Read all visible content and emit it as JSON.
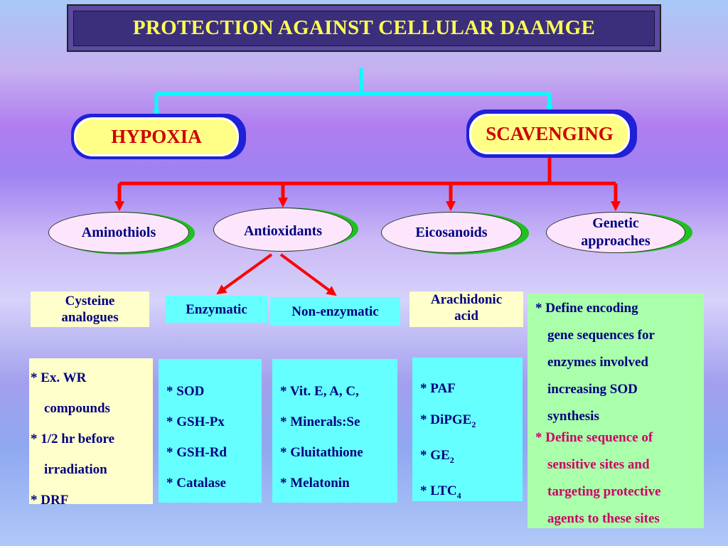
{
  "title": "PROTECTION AGAINST CELLULAR DAAMGE",
  "branches": {
    "hypoxia": "HYPOXIA",
    "scavenging": "SCAVENGING"
  },
  "categories": {
    "aminothiols": "Aminothiols",
    "antioxidants": "Antioxidants",
    "eicosanoids": "Eicosanoids",
    "genetic_line1": "Genetic",
    "genetic_line2": "approaches"
  },
  "subcategories": {
    "cysteine_line1": "Cysteine",
    "cysteine_line2": "analogues",
    "enzymatic": "Enzymatic",
    "non_enzymatic": "Non-enzymatic",
    "arachidonic_line1": "Arachidonic",
    "arachidonic_line2": "acid"
  },
  "lists": {
    "aminothiols": [
      "* Ex. WR",
      "compounds",
      "* 1/2 hr before",
      "irradiation",
      "* DRF"
    ],
    "enzymatic": [
      "* SOD",
      "* GSH-Px",
      "* GSH-Rd",
      "* Catalase"
    ],
    "non_enzymatic": [
      "* Vit. E, A, C,",
      "* Minerals:Se",
      "* Gluitathione",
      "* Melatonin"
    ],
    "eicosanoids": {
      "paf": "* PAF",
      "dipge_base": "* DiPGE",
      "dipge_sub": "2",
      "ge_base": "* GE",
      "ge_sub": "2",
      "ltc_base": "* LTC",
      "ltc_sub": "4"
    },
    "genetic_a": [
      "* Define encoding",
      "gene sequences for",
      "enzymes involved",
      "increasing SOD",
      "synthesis"
    ],
    "genetic_b_star": "*",
    "genetic_b": [
      "Define sequence of",
      "sensitive sites and",
      "targeting protective",
      "agents to these sites"
    ]
  },
  "colors": {
    "title_text": "#ffff55",
    "branch_text": "#cc0000",
    "node_text": "#000080",
    "connector_top": "#00ffff",
    "connector_red": "#ff0000",
    "highlight_text": "#cc0066"
  }
}
